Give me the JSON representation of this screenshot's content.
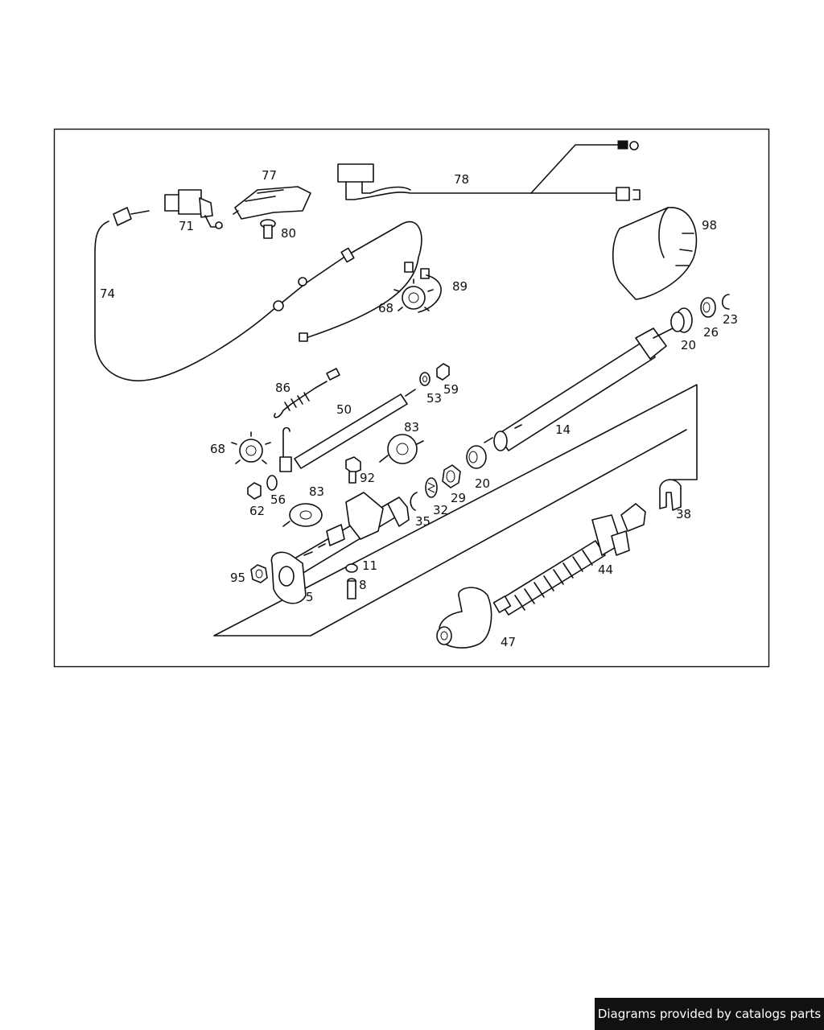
{
  "diagram": {
    "part_labels": [
      "71",
      "77",
      "80",
      "78",
      "98",
      "74",
      "89",
      "68",
      "20",
      "26",
      "23",
      "86",
      "53",
      "59",
      "50",
      "14",
      "83",
      "68",
      "92",
      "20",
      "29",
      "32",
      "38",
      "62",
      "56",
      "83",
      "35",
      "11",
      "95",
      "8",
      "5",
      "44",
      "47"
    ]
  },
  "footer": {
    "credit": "Diagrams provided by catalogs parts"
  }
}
